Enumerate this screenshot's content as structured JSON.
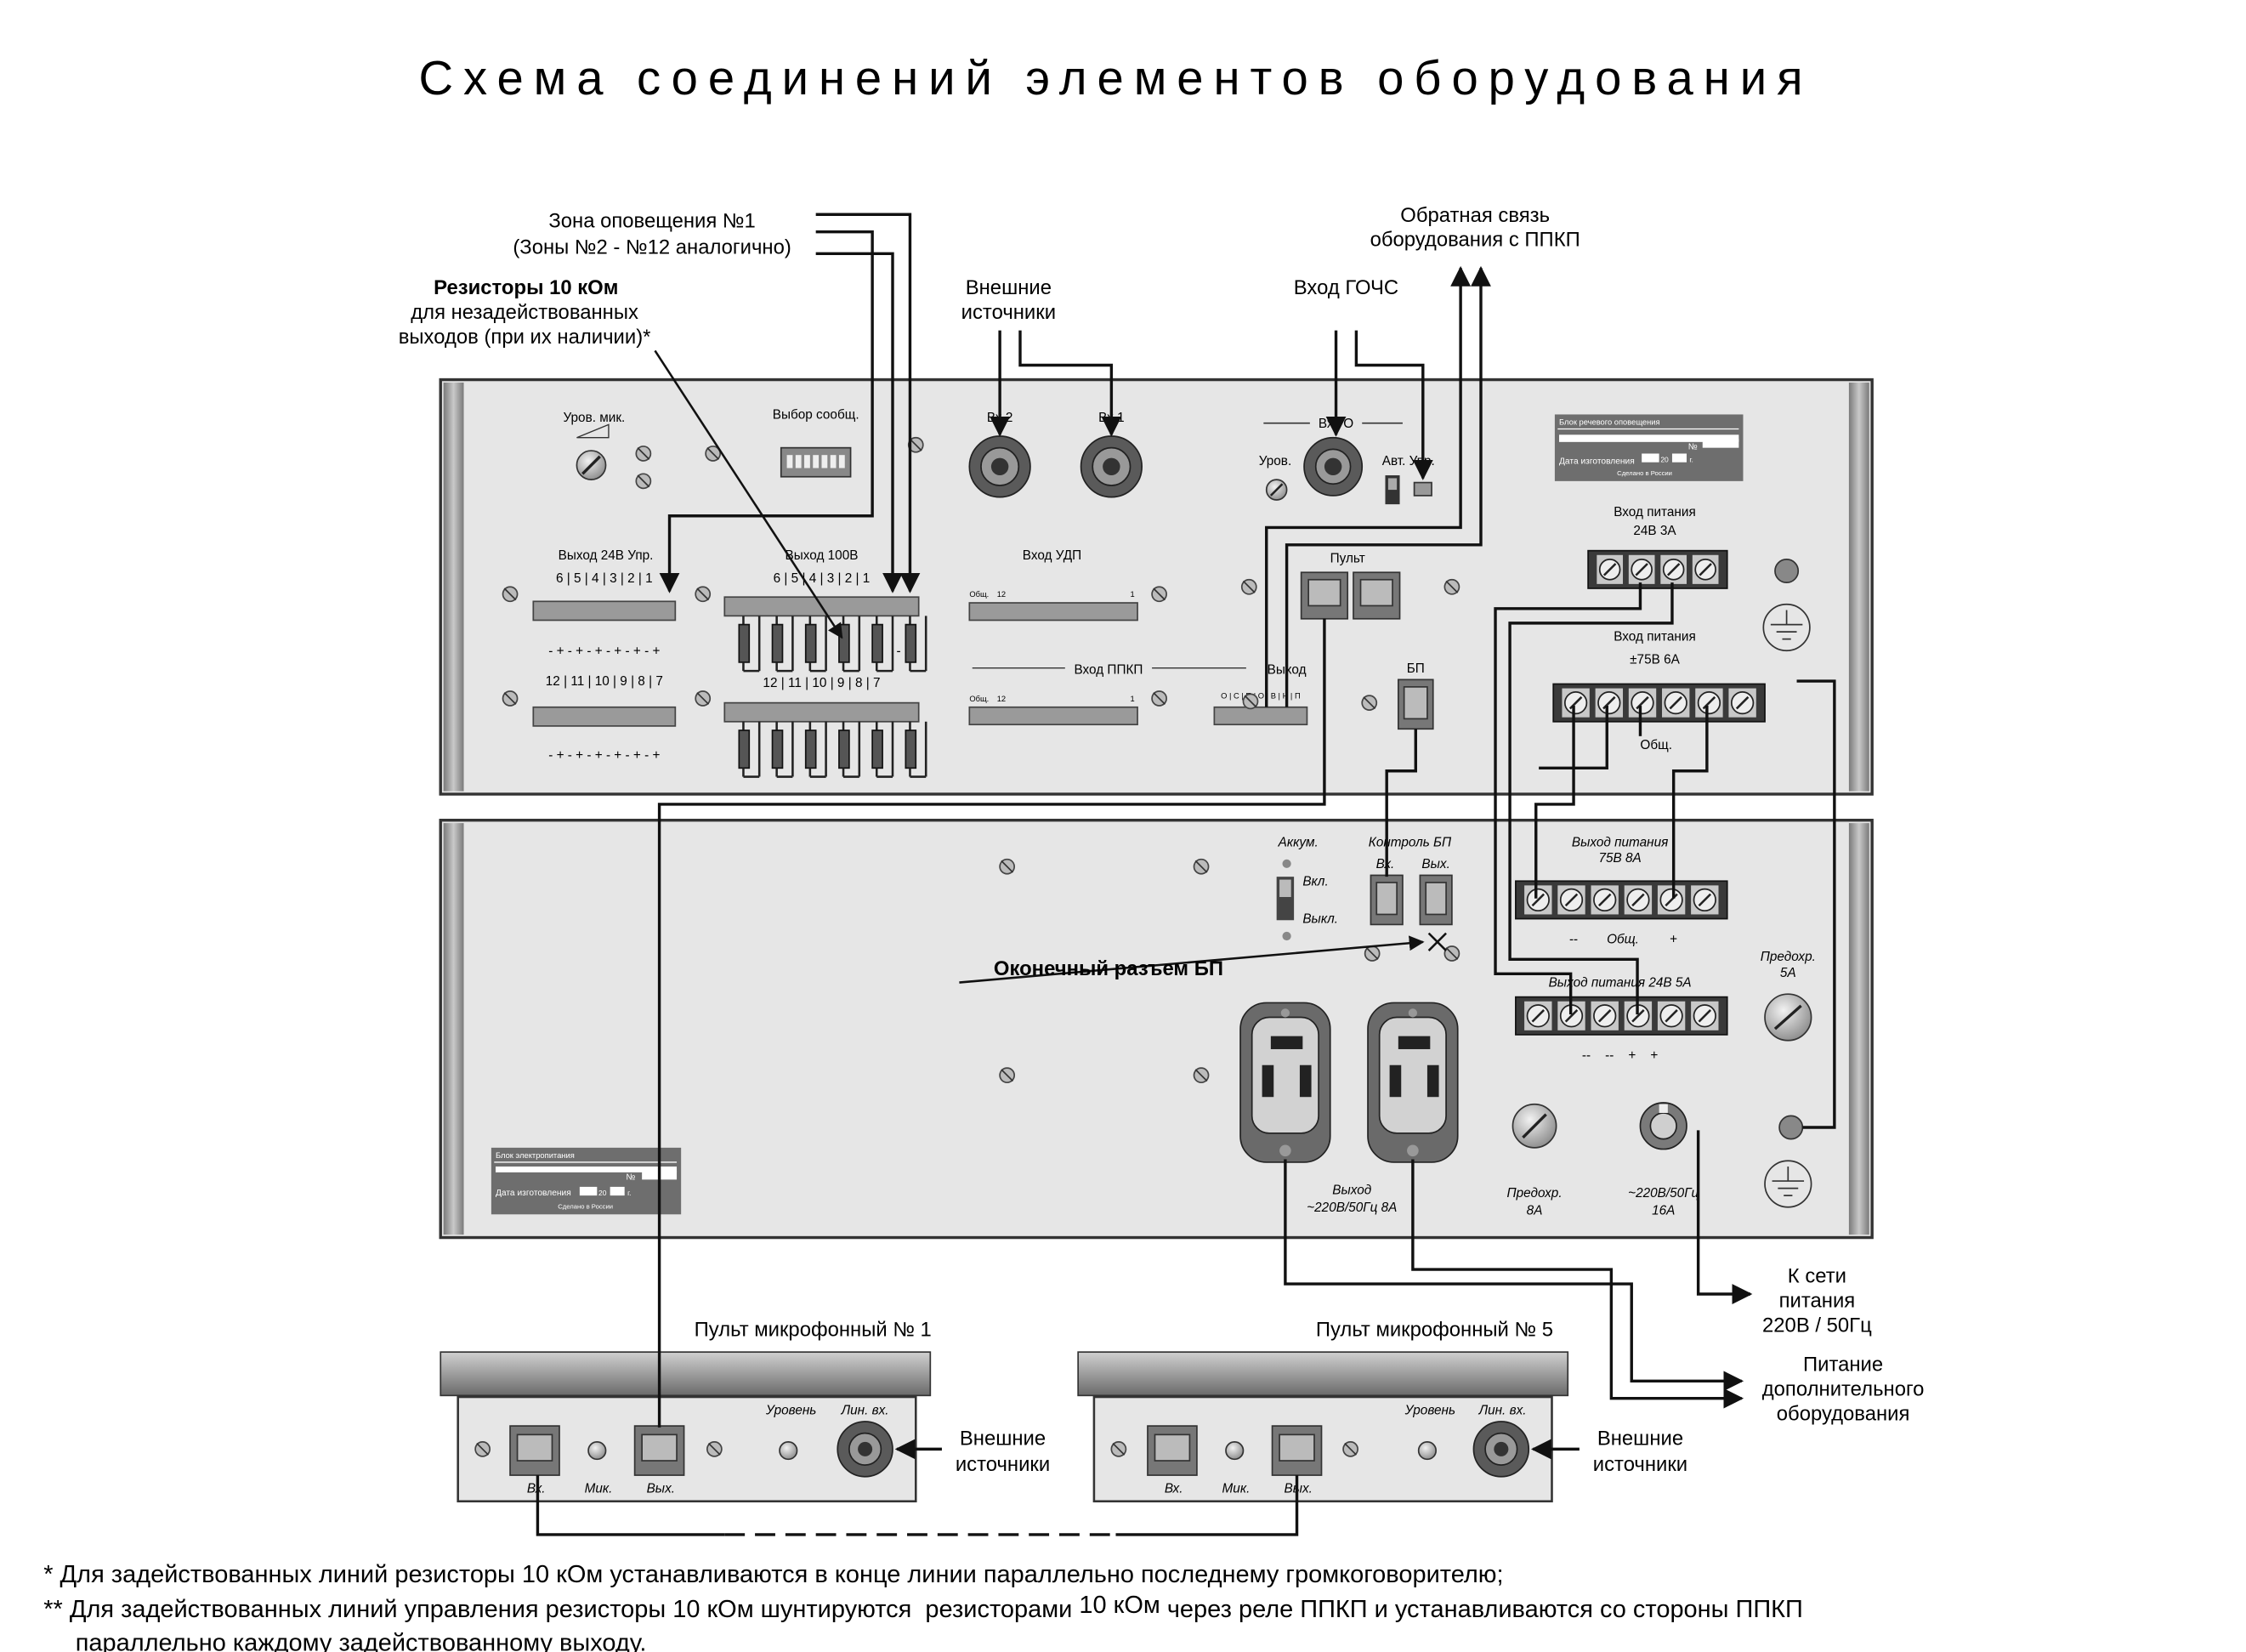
{
  "title": "Схема соединений элементов оборудования",
  "labels": {
    "zone_line1": "Зона оповещения №1",
    "zone_line2": "(Зоны №2 - №12 аналогично)",
    "resistors_bold": "Резисторы 10 кОм",
    "resistors_line2": "для незадействованных",
    "resistors_line3": "выходов (при их наличии)*",
    "ext_src_line1": "Внешние",
    "ext_src_line2": "источники",
    "gochs_in": "Вход ГОЧС",
    "feedback_line1": "Обратная связь",
    "feedback_line2": "оборудования с ППКП",
    "terminal_bp": "Оконечный разъем БП",
    "mains_line1": "К сети",
    "mains_line2": "питания",
    "mains_line3": "220В / 50Гц",
    "aux_line1": "Питание",
    "aux_line2": "дополнительного",
    "aux_line3": "оборудования",
    "mic1_title": "Пульт микрофонный № 1",
    "mic5_title": "Пульт микрофонный № 5"
  },
  "upper_unit": {
    "mic_level": "Уров. мик.",
    "msg_select": "Выбор сообщ.",
    "in2": "Вх.2",
    "in1": "Вх.1",
    "in_go": "Вх.ГО",
    "level": "Уров.",
    "auto_ctrl": "Авт. Упр.",
    "plate_title": "Блок речевого оповещения",
    "plate_no": "№",
    "plate_date": "Дата изготовления",
    "plate_year": "20",
    "plate_g": "г.",
    "plate_made": "Сделано в России",
    "out24_title": "Выход 24В Упр.",
    "out24_nums_top": "6 | 5 | 4 | 3 | 2 | 1",
    "out24_nums_bot": "12 | 11 | 10 | 9 | 8 | 7",
    "polarity": "- + - + - + - + - + - +",
    "out100_title": "Выход 100В",
    "out100_nums_top": "6 | 5 | 4 | 3 | 2 | 1",
    "out100_nums_bot": "12 | 11 | 10 | 9 | 8 | 7",
    "out100_pm": "- +",
    "udp_title": "Вход УДП",
    "ppkp_title": "Вход ППКП",
    "common": "Общ.",
    "n12": "12",
    "n1": "1",
    "out_title": "Выход",
    "out_pins": "О | С | П | О | В | Н | П",
    "console": "Пульт",
    "bp": "БП",
    "pin24_title": "Вход питания",
    "pin24_sub": "24В  3А",
    "pin75_title": "Вход питания",
    "pin75_sub": "±75В  6А",
    "pin75_common": "Общ."
  },
  "lower_unit": {
    "akkum": "Аккум.",
    "on": "Вкл.",
    "off": "Выкл.",
    "bp_control": "Контроль БП",
    "in_short": "Вх.",
    "out_short": "Вых.",
    "out75_title": "Выход питания",
    "out75_sub": "75В 8А",
    "minus": "--",
    "common": "Общ.",
    "plus": "+",
    "fuse5_line1": "Предохр.",
    "fuse5_line2": "5А",
    "out24_title": "Выход питания 24В 5А",
    "out24_marks": "--    --    +    +",
    "ac_out_line1": "Выход",
    "ac_out_line2": "~220В/50Гц 8А",
    "fuse8_line1": "Предохр.",
    "fuse8_line2": "8А",
    "ac_in_line1": "~220В/50Гц",
    "ac_in_line2": "16А",
    "plate_title": "Блок электропитания",
    "plate_no": "№",
    "plate_date": "Дата изготовления",
    "plate_year": "20",
    "plate_g": "г.",
    "plate_made": "Сделано в России"
  },
  "mic_panel": {
    "level": "Уровень",
    "line_in": "Лин. вх.",
    "in_short": "Вх.",
    "mic": "Мик.",
    "out_short": "Вых."
  },
  "footnotes": {
    "note1": "*  Для задействованных линий резисторы 10 кОм устанавливаются в конце линии параллельно последнему громкоговорителю;",
    "note2": "** Для задействованных линий управления резисторы 10 кОм шунтируются  резисторами ",
    "note2_value": "10 кОм",
    "note2_end": " через реле ППКП и устанавливаются со стороны ППКП",
    "note3": "параллельно каждому задействованному выходу."
  },
  "colors": {
    "panel": "#e6e6e6",
    "panel_edge": "#3a3a3a",
    "rail": "#9a9a9a",
    "wire": "#111111",
    "plate": "#6e6e6e"
  }
}
